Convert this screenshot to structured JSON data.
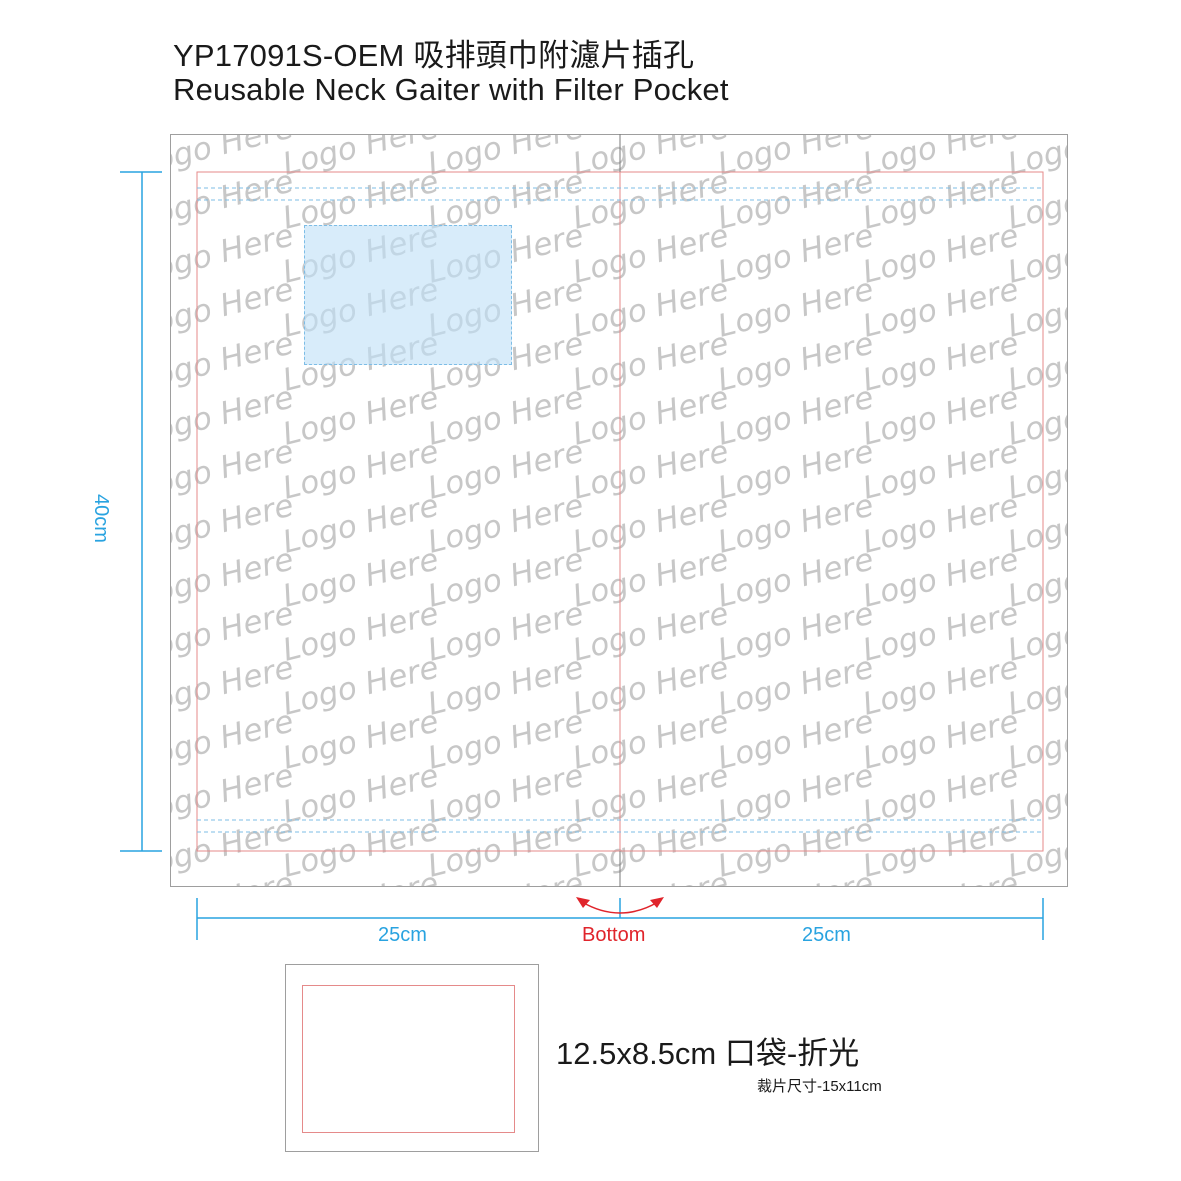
{
  "header": {
    "title_line1": "YP17091S-OEM 吸排頭巾附濾片插孔",
    "title_line2": "Reusable Neck Gaiter with Filter Pocket"
  },
  "pattern": {
    "text": "Logo Here",
    "color": "#c7c7c7"
  },
  "dimensions": {
    "height": "40cm",
    "left_width": "25cm",
    "right_width": "25cm",
    "bottom": "Bottom"
  },
  "pocket": {
    "size": "12.5x8.5cm 口袋-折光",
    "cut_size": "裁片尺寸-15x11cm"
  },
  "colors": {
    "dimension": "#29a3e0",
    "bleed_line": "#e0242b",
    "safe_line": "#7dbde6",
    "logo_zone": "#bee0f6"
  }
}
